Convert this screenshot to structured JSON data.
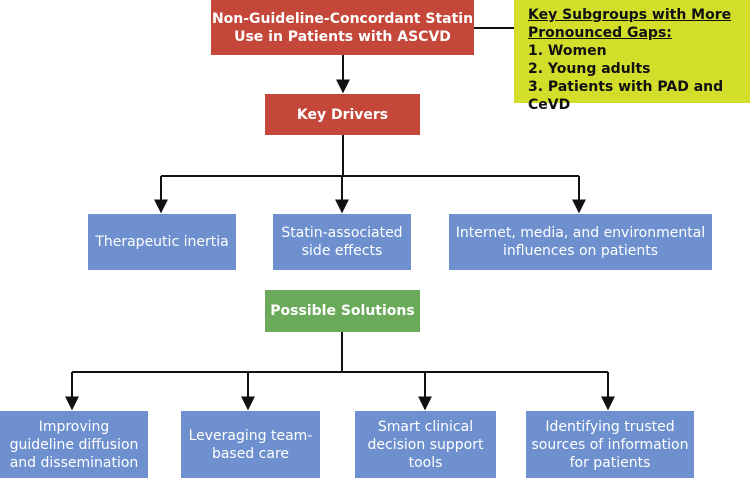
{
  "nodes": {
    "top": "Non-Guideline-Concordant Statin\nUse in Patients with ASCVD",
    "subgroups": {
      "heading": "Key Subgroups with More\nPronounced Gaps:",
      "items": [
        "1. Women",
        "2. Young adults",
        "3. Patients with PAD and CeVD"
      ]
    },
    "drivers_header": "Key Drivers",
    "drivers": [
      "Therapeutic inertia",
      "Statin-associated\nside effects",
      "Internet, media, and environmental\ninfluences on patients"
    ],
    "solutions_header": "Possible Solutions",
    "solutions": [
      "Improving\nguideline diffusion\nand dissemination",
      "Leveraging team-\nbased care",
      "Smart clinical\ndecision support\ntools",
      "Identifying trusted\nsources of information\nfor patients"
    ]
  },
  "colors": {
    "red": "#c4473a",
    "green": "#6aaa5a",
    "blue": "#6e90cf",
    "yellow": "#d3de2a"
  }
}
